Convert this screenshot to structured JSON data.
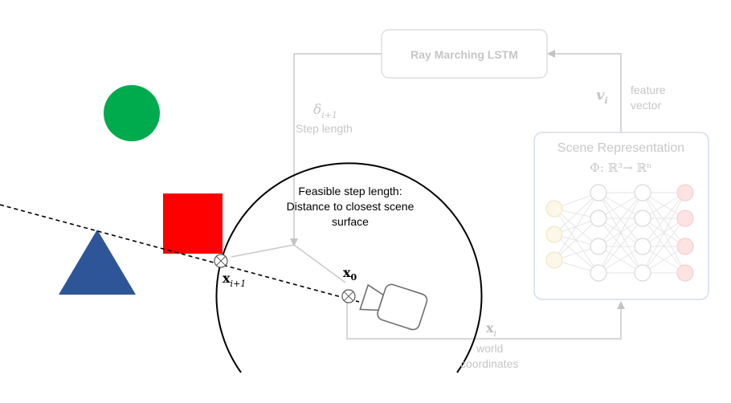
{
  "lstm": {
    "label": "Ray Marching LSTM"
  },
  "step": {
    "symbol": "δ",
    "sub": "i+1",
    "label": "Step length"
  },
  "feature": {
    "symbol": "v",
    "sub": "i",
    "label_line1": "feature",
    "label_line2": "vector"
  },
  "scene": {
    "title": "Scene Representation",
    "formula": "Φ: ℝ³→ ℝⁿ"
  },
  "feasible": {
    "line1": "Feasible step length:",
    "line2": "Distance to closest scene",
    "line3": "surface"
  },
  "points": {
    "x_next": {
      "symbol": "x",
      "sub": "i+1"
    },
    "x0": {
      "symbol": "x",
      "sub": "0"
    }
  },
  "world": {
    "symbol": "x",
    "sub": "i",
    "label_line1": "world",
    "label_line2": "coordinates"
  },
  "colors": {
    "green_circle": "#00ab4e",
    "red_square": "#ff0000",
    "blue_triangle": "#2e5597",
    "faded_gray": "#c9c9c9",
    "faded_text": "#bdbdbd",
    "scene_box": "#d6dcec",
    "input_node": "#fcf7e6",
    "output_node": "#fde3e3"
  },
  "icons": {
    "camera": "camera-icon",
    "point_marker": "crosshair-circle-icon"
  }
}
